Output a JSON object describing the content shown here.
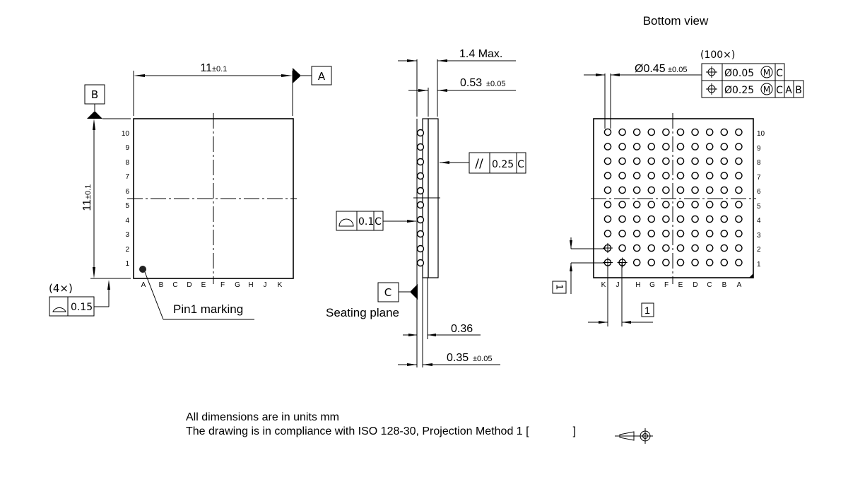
{
  "drawing": {
    "views": {
      "top_view": {
        "width_dim": {
          "value": "11",
          "tol": "±0.1"
        },
        "height_dim": {
          "value": "11",
          "tol": "±0.1"
        },
        "datum_a": "A",
        "datum_b": "B",
        "row_labels": [
          "10",
          "9",
          "8",
          "7",
          "6",
          "5",
          "4",
          "3",
          "2",
          "1"
        ],
        "col_labels": [
          "A",
          "B",
          "C",
          "D",
          "E",
          "F",
          "G",
          "H",
          "J",
          "K"
        ],
        "flatness_frame": {
          "count": "(4×)",
          "symbol": "profile-of-surface",
          "value": "0.15"
        },
        "pin1_label": "Pin1 marking"
      },
      "side_view": {
        "height_max": "1.4 Max.",
        "substrate": {
          "value": "0.53",
          "tol": "±0.05"
        },
        "parallelism_frame": {
          "symbol": "//",
          "value": "0.25",
          "datum": "C"
        },
        "profile_frame": {
          "symbol": "profile-of-surface",
          "value": "0.1",
          "datum": "C"
        },
        "datum_c": "C",
        "seating_plane_label": "Seating plane",
        "standoff": "0.36",
        "ball_height": {
          "value": "0.35",
          "tol": "±0.05"
        }
      },
      "bottom_view": {
        "title": "Bottom view",
        "ball_diameter": {
          "value": "Ø0.45",
          "tol": "±0.05"
        },
        "ball_count": "(100×)",
        "position_frames": [
          {
            "symbol": "position",
            "value": "Ø0.05",
            "modifier": "M",
            "datums": [
              "C"
            ]
          },
          {
            "symbol": "position",
            "value": "Ø0.25",
            "modifier": "M",
            "datums": [
              "C",
              "A",
              "B"
            ]
          }
        ],
        "pitch_x": "1",
        "pitch_y": "1",
        "row_labels": [
          "10",
          "9",
          "8",
          "7",
          "6",
          "5",
          "4",
          "3",
          "2",
          "1"
        ],
        "col_labels": [
          "K",
          "J",
          "H",
          "G",
          "F",
          "E",
          "D",
          "C",
          "B",
          "A"
        ]
      }
    },
    "notes": [
      "All dimensions are in units mm",
      "The drawing is in compliance with ISO 128-30, Projection Method 1 ["
    ],
    "notes_suffix": "]"
  }
}
